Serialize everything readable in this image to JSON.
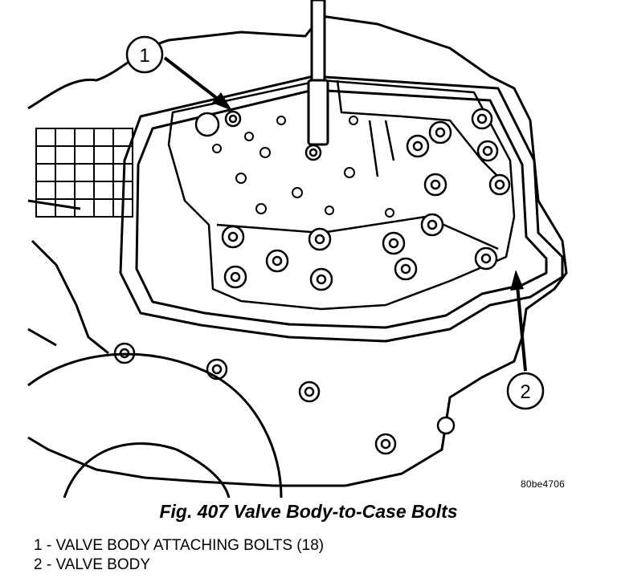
{
  "callouts": [
    "1",
    "2"
  ],
  "image_id": "80be4706",
  "caption": "Fig. 407 Valve Body-to-Case Bolts",
  "legend": [
    "1 - VALVE BODY ATTACHING BOLTS (18)",
    "2 - VALVE BODY"
  ]
}
